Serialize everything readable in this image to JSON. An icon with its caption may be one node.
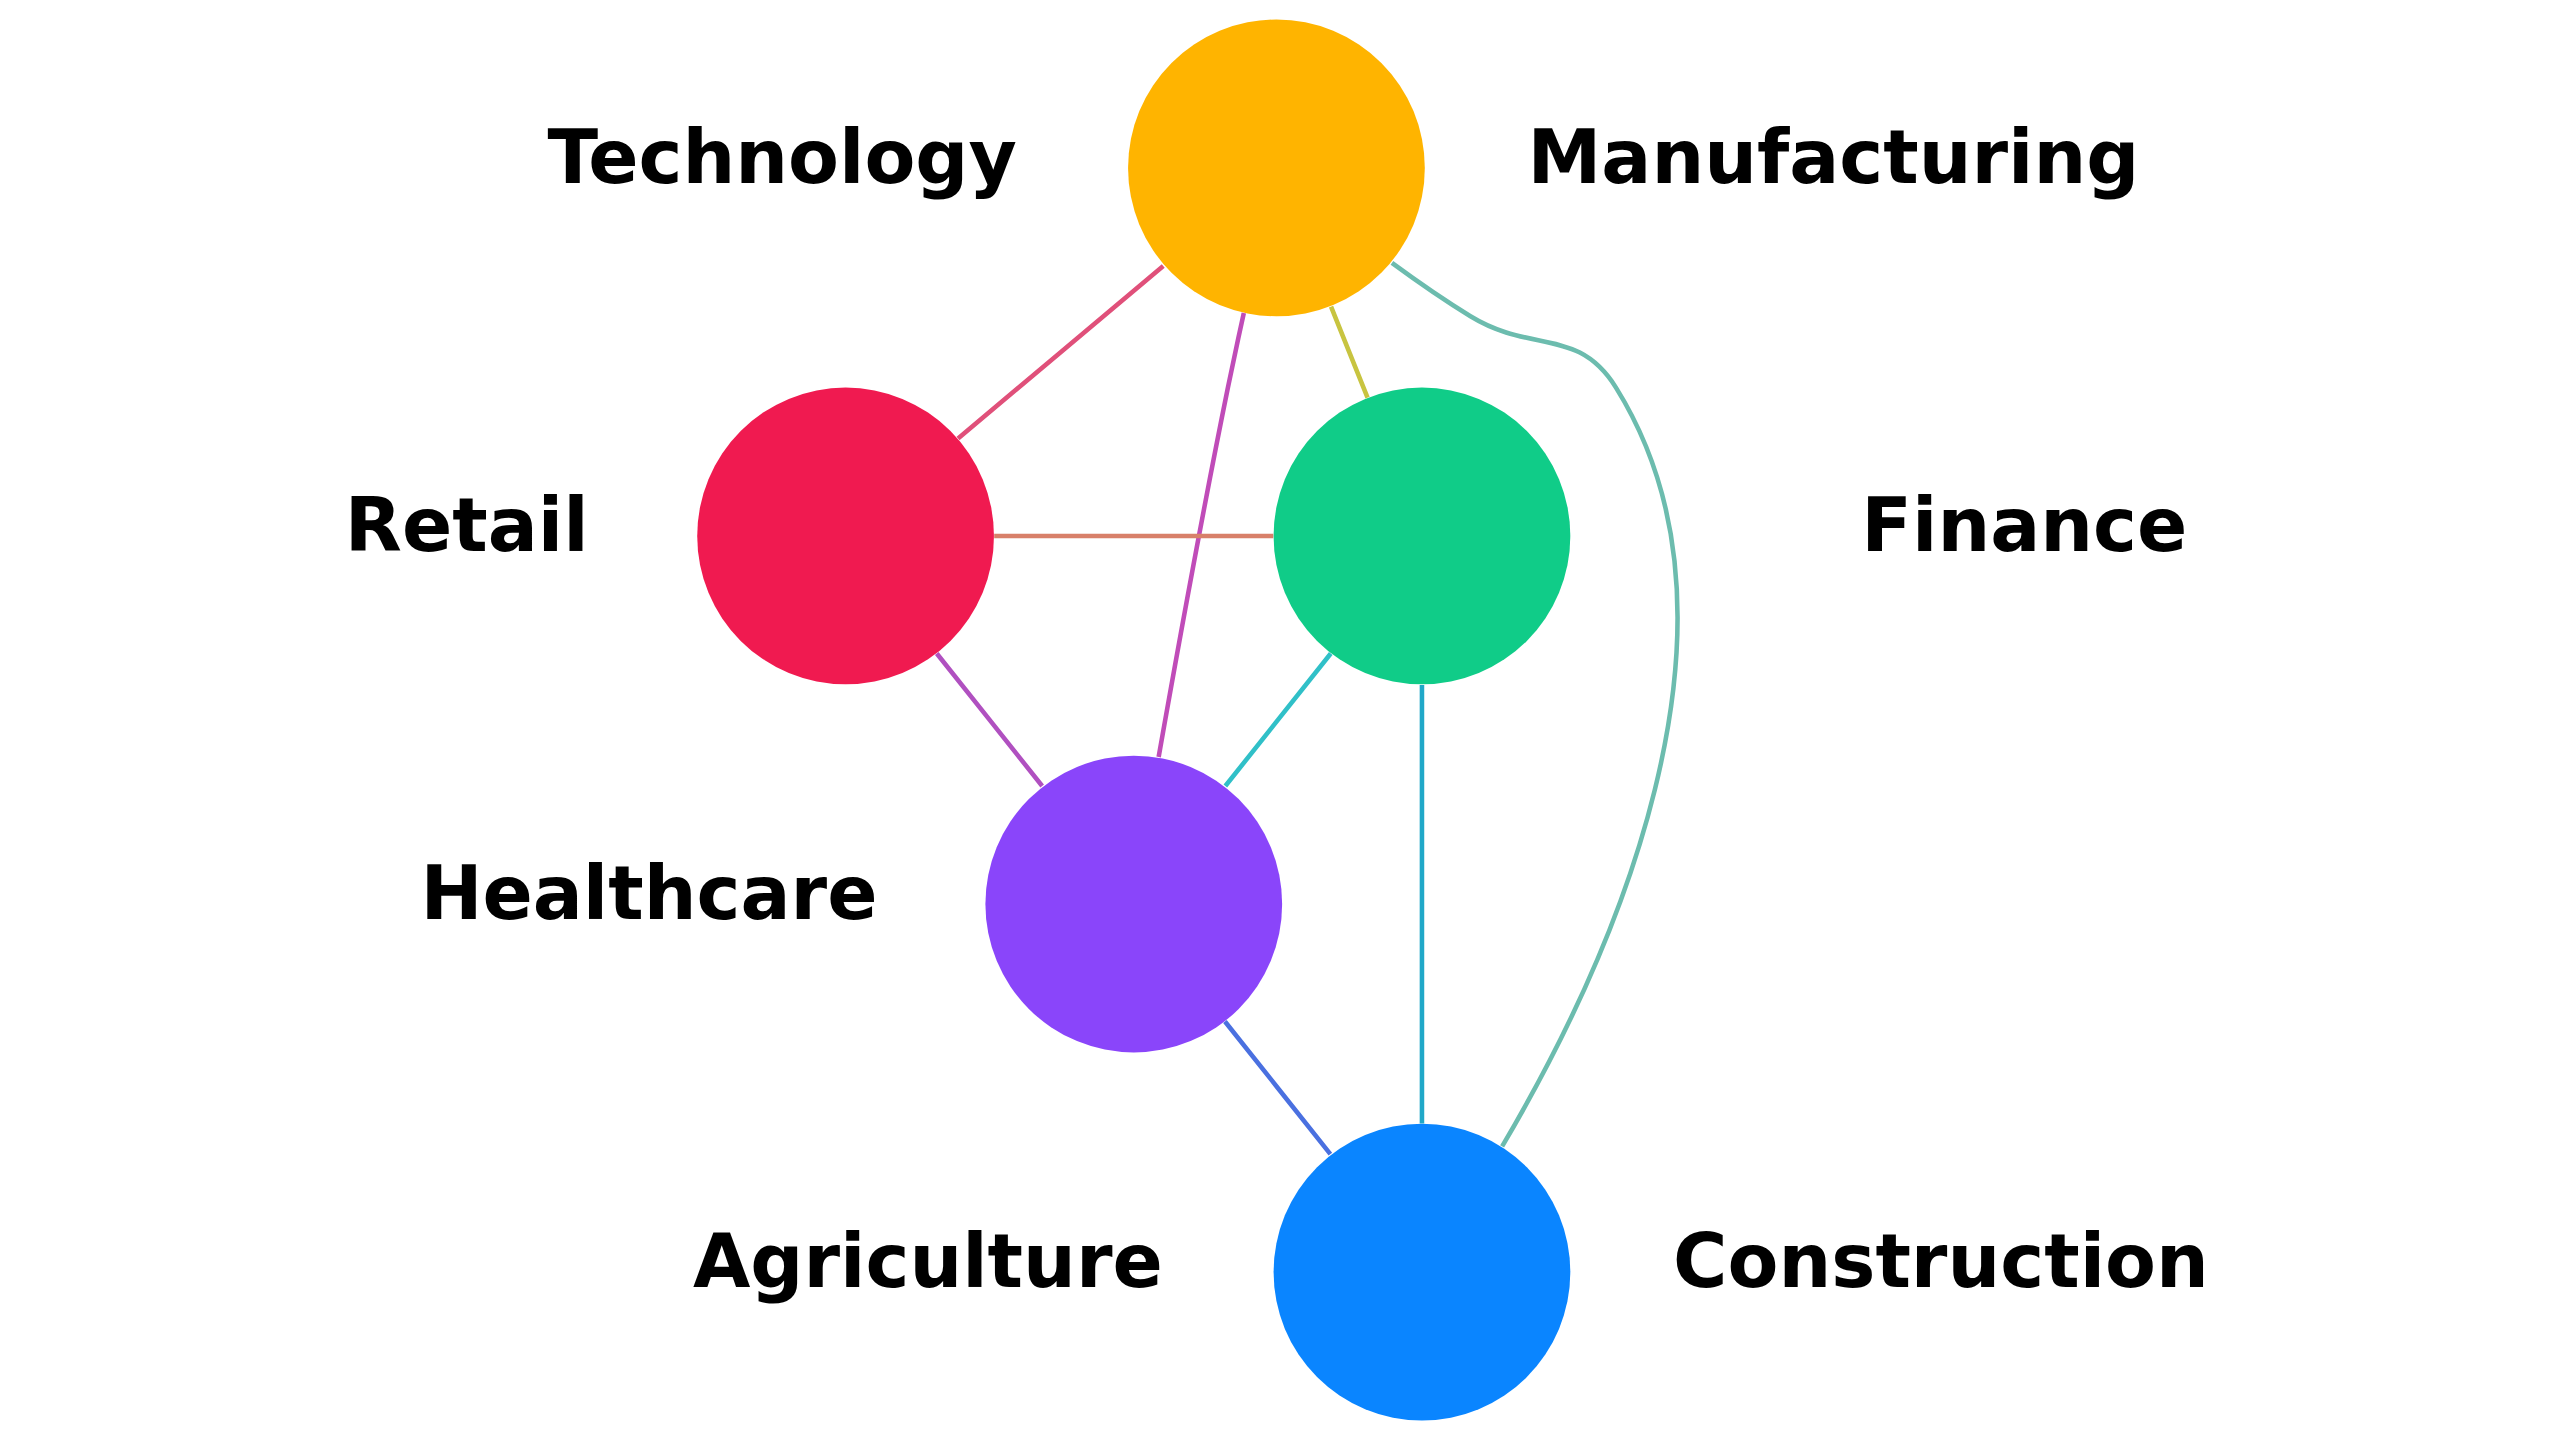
{
  "diagram": {
    "nodes": [
      {
        "text": [],
        "shape": "circle",
        "beside": [
          "Technology",
          "Manufacturing"
        ]
      },
      {
        "text": [],
        "shape": "circle",
        "beside": [
          "Finance"
        ]
      },
      {
        "text": [],
        "shape": "circle",
        "beside": [
          "Retail"
        ]
      },
      {
        "text": [],
        "shape": "circle",
        "beside": [
          "Healthcare"
        ]
      },
      {
        "text": [],
        "shape": "circle",
        "beside": [
          "Agriculture",
          "Construction"
        ]
      }
    ],
    "edges": [
      {
        "from": 0,
        "to": 2,
        "arrow": "none",
        "color": "#e0507a"
      },
      {
        "from": 0,
        "to": 3,
        "arrow": "none",
        "color": "#c04cb8"
      },
      {
        "from": 0,
        "to": 1,
        "arrow": "none",
        "color": "#c8c440"
      },
      {
        "from": 0,
        "to": 4,
        "arrow": "none",
        "color": "#6cbcae"
      },
      {
        "from": 2,
        "to": 1,
        "arrow": "none",
        "color": "#d8806a"
      },
      {
        "from": 1,
        "to": 3,
        "arrow": "none",
        "color": "#30c0c8"
      },
      {
        "from": 1,
        "to": 4,
        "arrow": "none",
        "color": "#20a8c8"
      },
      {
        "from": 2,
        "to": 3,
        "arrow": "none",
        "color": "#b050c0"
      },
      {
        "from": 3,
        "to": 4,
        "arrow": "none",
        "color": "#4a70e0"
      }
    ]
  }
}
